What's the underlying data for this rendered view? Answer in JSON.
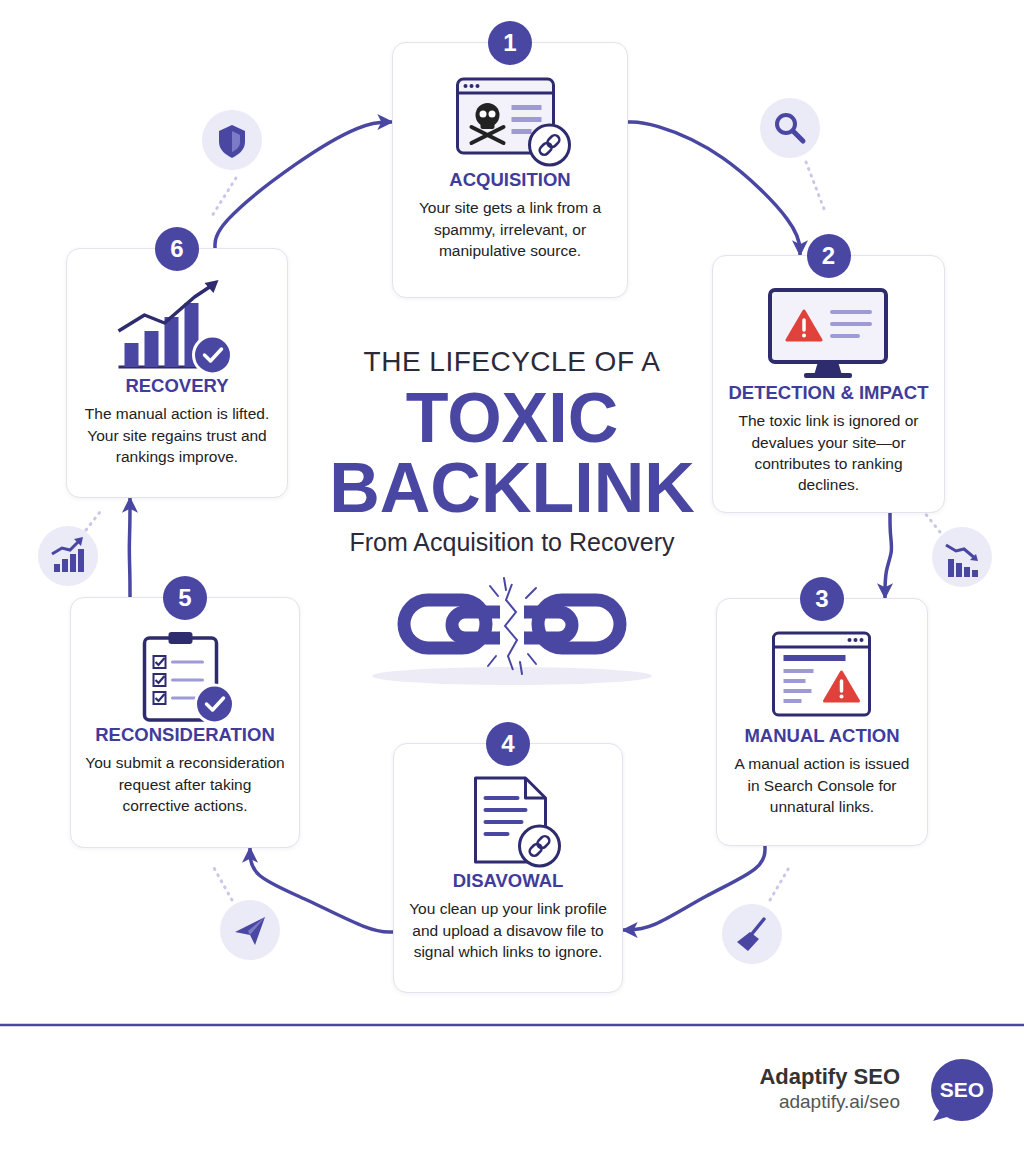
{
  "diagram": {
    "title": "TOXIC BACKLINK",
    "caption": "From Acquisition to Recovery",
    "nodes": [
      {
        "text": [
          "1",
          "ACQUISITION",
          "Your site gets a link from a spammy, irrelevant, or manipulative source."
        ]
      },
      {
        "text": [
          "2",
          "DETECTION & IMPACT",
          "The toxic link is ignored or devalues your site—or contributes to ranking declines."
        ]
      },
      {
        "text": [
          "3",
          "MANUAL ACTION",
          "A manual action is issued in Search Console for unnatural links."
        ]
      },
      {
        "text": [
          "4",
          "DISAVOWAL",
          "You clean up your link profile and upload a disavow file to signal which links to ignore."
        ]
      },
      {
        "text": [
          "5",
          "RECONSIDERATION",
          "You submit a reconsideration request after taking corrective actions."
        ]
      },
      {
        "text": [
          "6",
          "RECOVERY",
          "The manual action is lifted. Your site regains trust and rankings improve."
        ]
      },
      {
        "text": [
          "SEO"
        ]
      }
    ],
    "edges": [
      {
        "from": 0,
        "to": 1,
        "arrow": "to"
      },
      {
        "from": 1,
        "to": 2,
        "arrow": "to"
      },
      {
        "from": 2,
        "to": 3,
        "arrow": "to"
      },
      {
        "from": 3,
        "to": 4,
        "arrow": "to"
      },
      {
        "from": 4,
        "to": 5,
        "arrow": "to"
      },
      {
        "from": 5,
        "to": 0,
        "arrow": "to"
      }
    ],
    "labels": [
      "THE LIFECYCLE OF A",
      "Adaptify SEO",
      "adaptify.ai/seo"
    ]
  }
}
